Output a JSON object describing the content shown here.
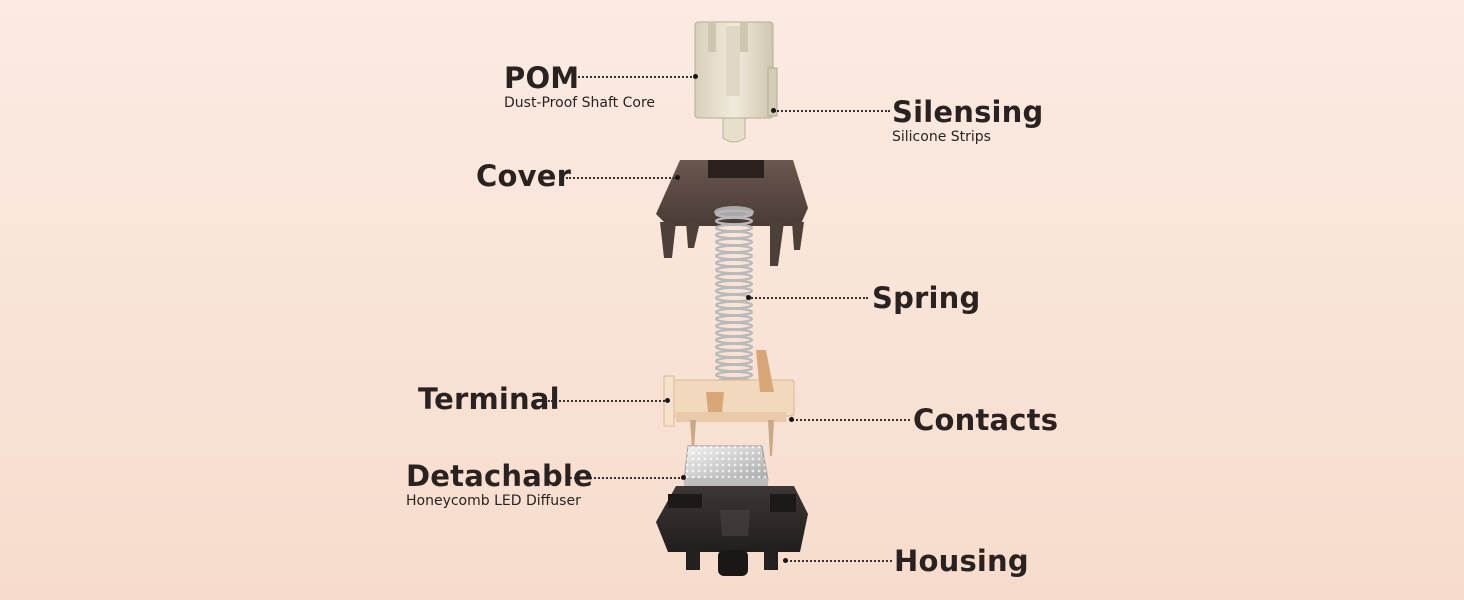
{
  "colors": {
    "background_top": "#fbebe3",
    "background_bottom": "#f7dccc",
    "text": "#2a2220",
    "stem_pom": "#ece5d4",
    "cover_brown": "#5a4a43",
    "housing_black": "#2e2a28",
    "spring_metal": "#b9b9b9",
    "contact_copper": "#d9a677",
    "terminal_cream": "#f4dcc3",
    "diffuser_clear": "#d8d8d8"
  },
  "labels": {
    "pom": {
      "title": "POM",
      "subtitle": "Dust-Proof Shaft Core"
    },
    "silensing": {
      "title": "Silensing",
      "subtitle": "Silicone Strips"
    },
    "cover": {
      "title": "Cover"
    },
    "spring": {
      "title": "Spring"
    },
    "terminal": {
      "title": "Terminal"
    },
    "contacts": {
      "title": "Contacts"
    },
    "detachable": {
      "title": "Detachable",
      "subtitle": "Honeycomb LED Diffuser"
    },
    "housing": {
      "title": "Housing"
    }
  }
}
